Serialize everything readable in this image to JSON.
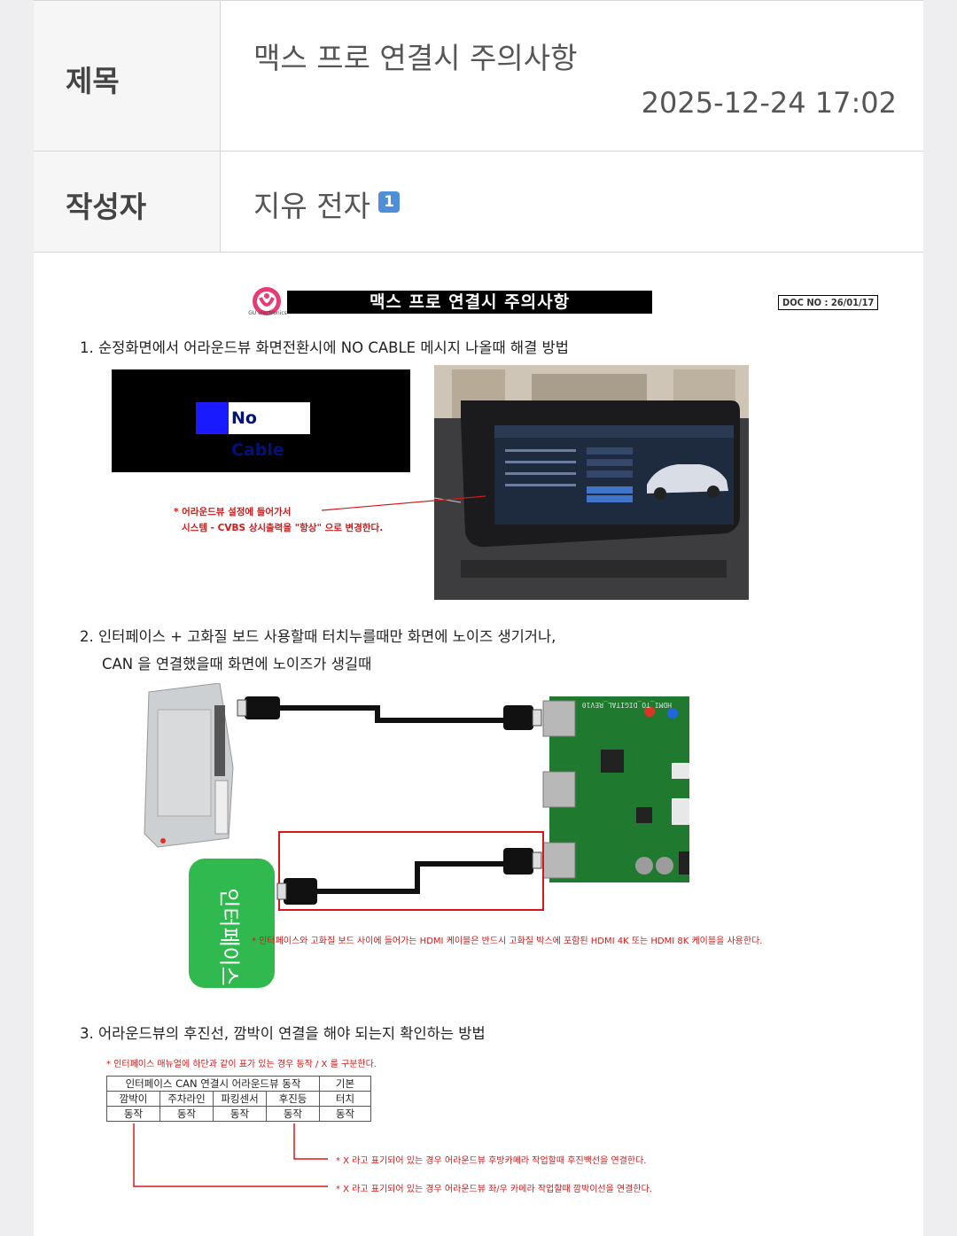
{
  "header": {
    "title_label": "제목",
    "title": "맥스 프로 연결시 주의사항",
    "date": "2025-12-24 17:02",
    "author_label": "작성자",
    "author": "지유 전자",
    "author_badge": "1"
  },
  "doc": {
    "logo_text": "GU electronics",
    "title": "맥스 프로  연결시 주의사항",
    "doc_no": "DOC NO : 26/01/17",
    "section1": {
      "heading": "1. 순정화면에서 어라운드뷰 화면전환시에 NO CABLE 메시지 나올때 해결 방법",
      "nocable": "No Cable",
      "note_line1": "* 어라운드뷰 설정에 들어가서",
      "note_line2": "시스템 - CVBS 상시출력을 \"항상\" 으로 변경한다."
    },
    "section2": {
      "heading_line1": "2. 인터페이스 + 고화질 보드 사용할때  터치누를때만 화면에 노이즈 생기거나,",
      "heading_line2": "CAN 을 연결했을때 화면에 노이즈가 생길때",
      "interface_label": "인터페이스",
      "board_text": "HDMI_TO_DIGITAL_REV10",
      "note": "* 인터페이스와 고화질 보드 사이에 들어가는 HDMI 케이블은 반드시 고화질 박스에 포함된 HDMI 4K 또는 HDMI 8K 케이블을 사용한다."
    },
    "section3": {
      "heading": "3. 어라운드뷰의 후진선, 깜박이 연결을 해야 되는지 확인하는 방법",
      "note_top": "* 인터페이스 매뉴얼에 하단과 같이 표가 있는 경우 동작 / X 를 구분한다.",
      "table": {
        "header_main": "인터페이스 CAN 연결시 어라운드뷰 동작",
        "header_basic": "기본",
        "cols": [
          "깜박이",
          "주차라인",
          "파킹센서",
          "후진등",
          "터치"
        ],
        "values": [
          "동작",
          "동작",
          "동작",
          "동작",
          "동작"
        ]
      },
      "note_reverse": "* X 라고 표기되어 있는 경우  어라운드뷰 후방카메라 작업할때 후진백선을 연결한다.",
      "note_blinker": "* X 라고 표기되어 있는 경우  어라운드뷰 좌/우 카메라 작업할때 깜박이선을 연결한다."
    }
  },
  "colors": {
    "note_red": "#d21a1a",
    "interface_green": "#2fb94e",
    "badge_blue": "#4f8fd8"
  }
}
